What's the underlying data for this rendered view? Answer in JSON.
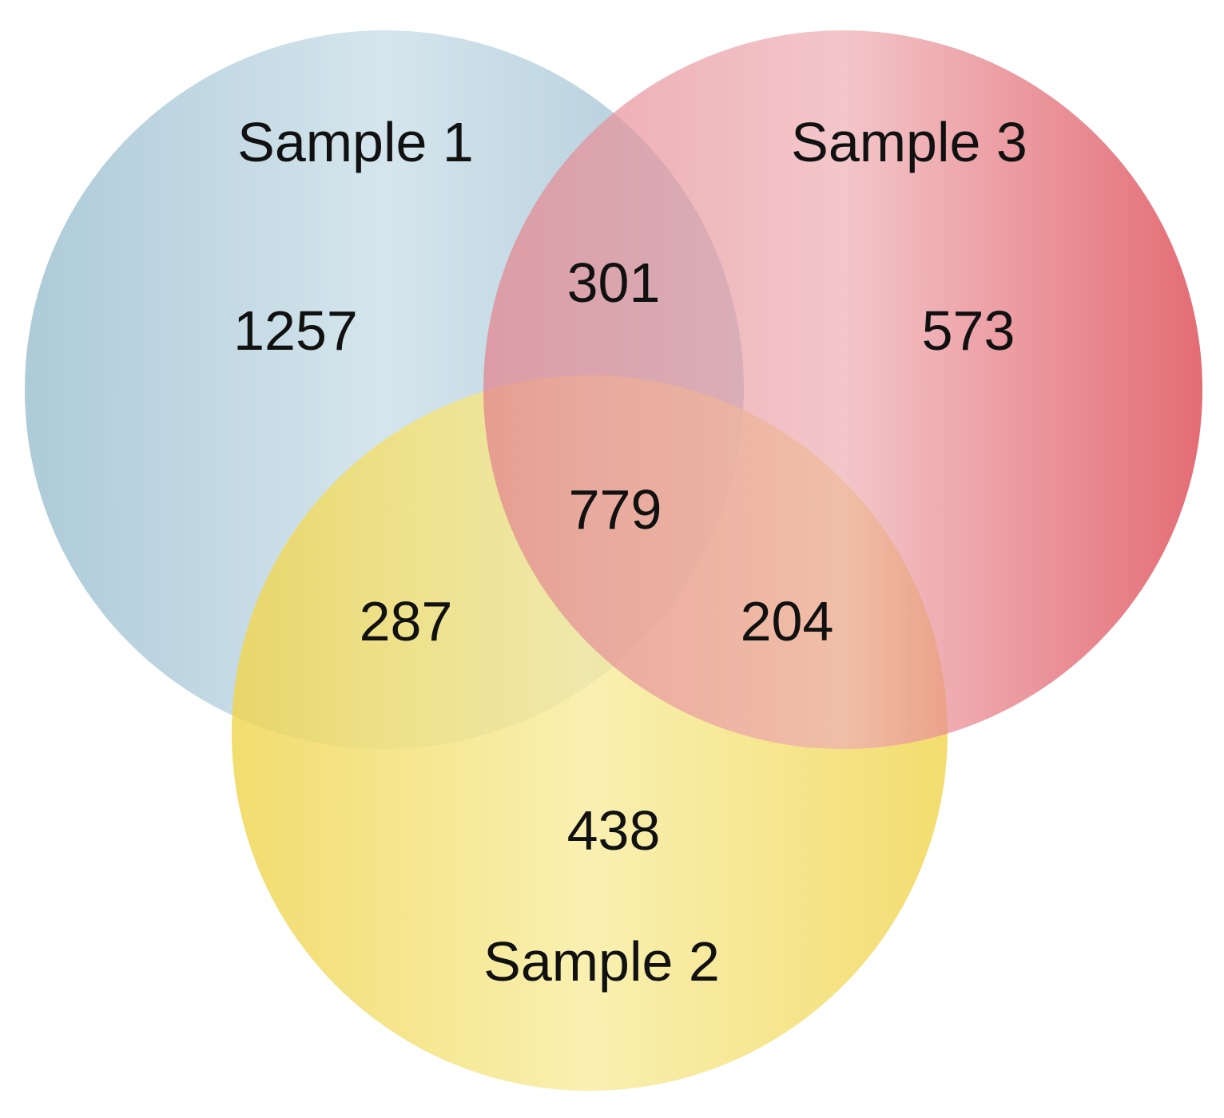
{
  "sets": [
    {
      "id": "s1",
      "label": "Sample 1",
      "color": "#b5d0dd"
    },
    {
      "id": "s2",
      "label": "Sample 2",
      "color": "#f0d75a"
    },
    {
      "id": "s3",
      "label": "Sample 3",
      "color": "#e05a66"
    }
  ],
  "regions": {
    "only_s1": "1257",
    "only_s2": "438",
    "only_s3": "573",
    "s1_s3": "301",
    "s1_s2": "287",
    "s2_s3": "204",
    "s1_s2_s3": "779"
  }
}
